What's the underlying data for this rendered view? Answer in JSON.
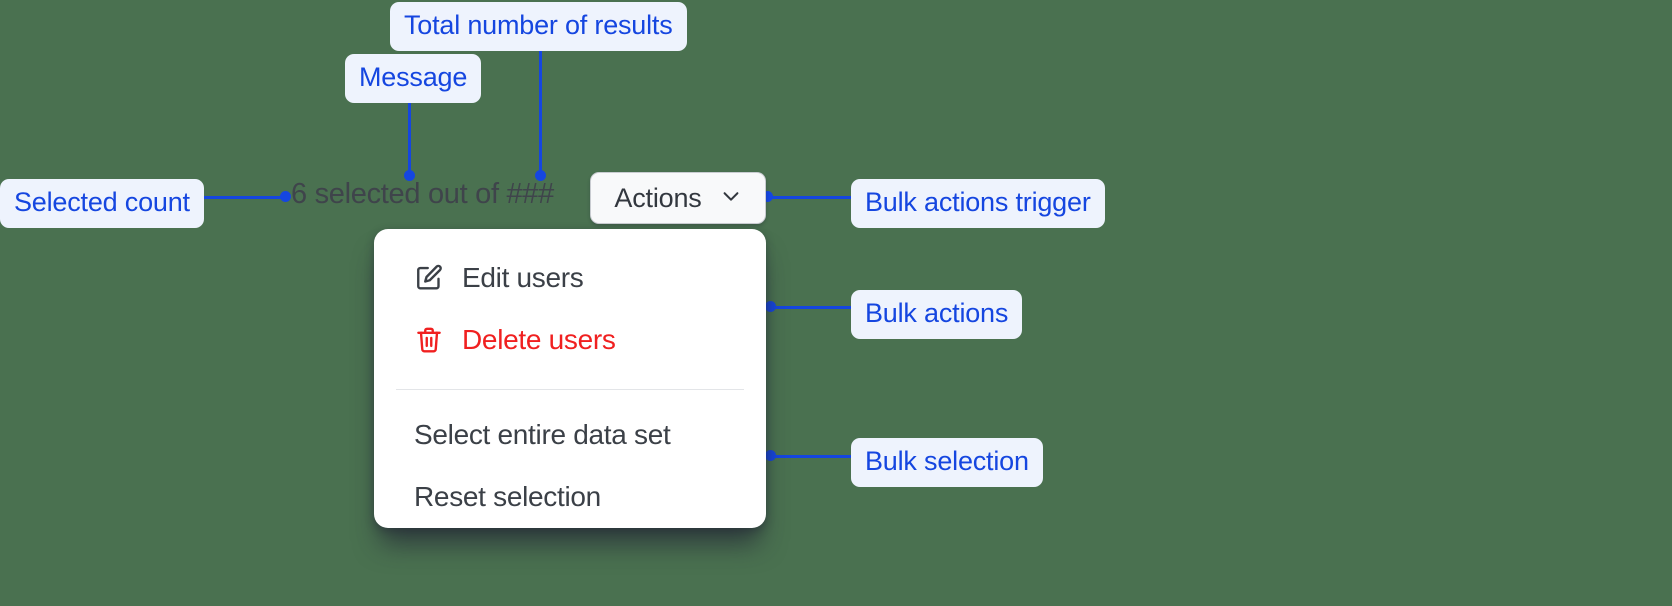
{
  "canvas": {
    "background": "#4a7150",
    "accent": "#1546e0",
    "chip_bg": "#eef3fd",
    "danger": "#f02020",
    "text": "#3b4047"
  },
  "annotations": [
    {
      "key": "total_results",
      "label": "Total number of results"
    },
    {
      "key": "message",
      "label": "Message"
    },
    {
      "key": "selected_count",
      "label": "Selected count"
    },
    {
      "key": "bulk_trigger",
      "label": "Bulk actions trigger"
    },
    {
      "key": "bulk_actions",
      "label": "Bulk actions"
    },
    {
      "key": "bulk_selection",
      "label": "Bulk selection"
    }
  ],
  "bulk_bar": {
    "selected_count_text": "6 selected out of ###",
    "count": "6",
    "total_placeholder": "###",
    "trigger": {
      "label": "Actions",
      "icon": "chevron-down-icon"
    }
  },
  "menu": {
    "actions": [
      {
        "label": "Edit users",
        "icon": "edit-pencil-icon",
        "danger": false
      },
      {
        "label": "Delete users",
        "icon": "trash-icon",
        "danger": true
      }
    ],
    "selection": [
      {
        "label": "Select entire data set",
        "icon": null,
        "danger": false
      },
      {
        "label": "Reset selection",
        "icon": null,
        "danger": false
      }
    ]
  }
}
